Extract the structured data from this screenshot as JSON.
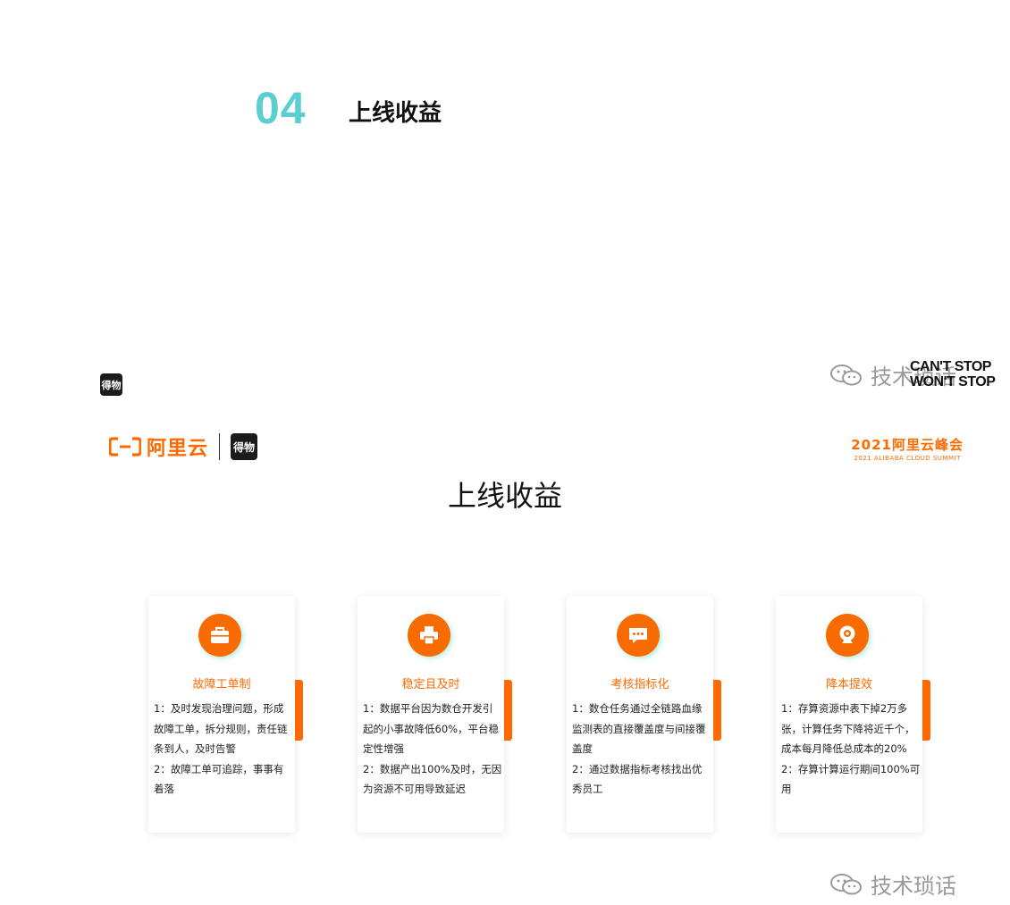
{
  "section": {
    "number": "04",
    "title": "上线收益"
  },
  "watermark": {
    "text": "技术琐话"
  },
  "slogan": {
    "line1": "CAN'T STOP",
    "line2": "WON'T STOP"
  },
  "brand": {
    "dewu": "得物",
    "aliyun": "阿里云"
  },
  "summit": {
    "title": "2021阿里云峰会",
    "subtitle": "2021 ALIBABA CLOUD SUMMIT"
  },
  "slide": {
    "title": "上线收益"
  },
  "cards": [
    {
      "icon": "briefcase-icon",
      "title": "故障工单制",
      "lines": [
        "1：及时发现治理问题，形成故障工单，拆分规则，责任链条到人，及时告警",
        "2：故障工单可追踪，事事有着落"
      ]
    },
    {
      "icon": "printer-icon",
      "title": "稳定且及时",
      "lines": [
        "1：数据平台因为数仓开发引起的小事故降低60%，平台稳定性增强",
        "2：数据产出100%及时，无因为资源不可用导致延迟"
      ]
    },
    {
      "icon": "message-icon",
      "title": "考核指标化",
      "lines": [
        "1：数仓任务通过全链路血缘监测表的直接覆盖度与间接覆盖度",
        "2：通过数据指标考核找出优秀员工"
      ]
    },
    {
      "icon": "camera-icon",
      "title": "降本提效",
      "lines": [
        "1：存算资源中表下掉2万多张，计算任务下降将近千个，成本每月降低总成本的20%",
        "2：存算计算运行期间100%可用"
      ]
    }
  ],
  "colors": {
    "accent": "#ff6a00",
    "teal": "#5ccdd0",
    "text": "#222222"
  }
}
